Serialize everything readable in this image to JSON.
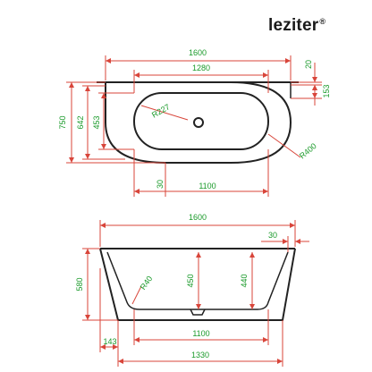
{
  "brand": {
    "name": "leziter",
    "mark": "®"
  },
  "colors": {
    "dimension_red": "#d8453a",
    "dimension_green": "#1a9a2a",
    "outline": "#222222",
    "background": "#ffffff"
  },
  "top_view": {
    "dimensions": {
      "overall_length": "1600",
      "inner_length": "1280",
      "rim_depth": "20",
      "back_depth": "153",
      "overall_width": "750",
      "inner_width": "642",
      "basin_width": "453",
      "inner_radius": "R227",
      "outer_radius": "R400",
      "offset": "30",
      "basin_length": "1100"
    }
  },
  "side_view": {
    "dimensions": {
      "overall_length": "1600",
      "rim_offset": "30",
      "overall_height": "580",
      "corner_radius": "R40",
      "depth_a": "450",
      "depth_b": "440",
      "base_length": "1100",
      "foot_offset": "143",
      "bottom_length": "1330"
    }
  }
}
